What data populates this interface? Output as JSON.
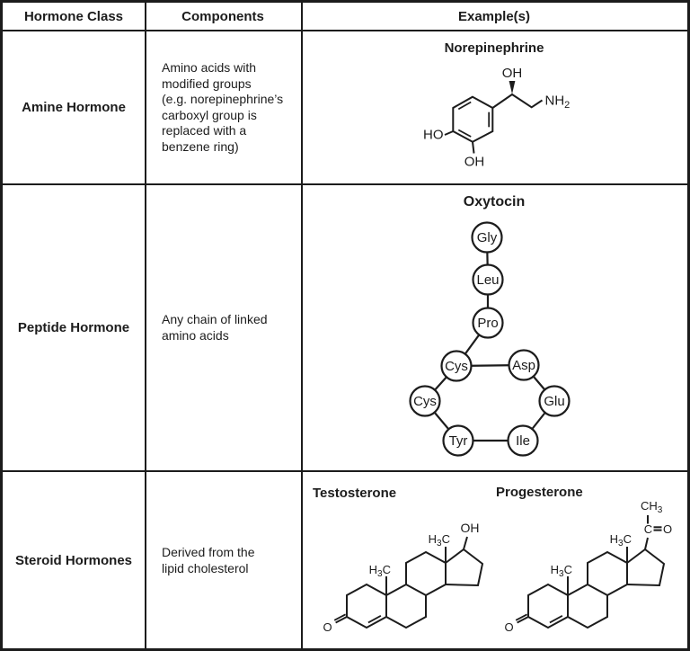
{
  "colors": {
    "ink": "#1c1c1c",
    "background": "#ffffff"
  },
  "header": {
    "hormone_class": "Hormone Class",
    "components": "Components",
    "examples": "Example(s)"
  },
  "rows": {
    "amine": {
      "class_label": "Amine Hormone",
      "components_lines": [
        "Amino acids with",
        "modified groups",
        "(e.g. norepinephrine’s",
        "carboxyl group is",
        "replaced with a",
        "benzene ring)"
      ],
      "example": {
        "title": "Norepinephrine",
        "atoms": {
          "oh_top": "OH",
          "amine_n": "NH",
          "amine_sub": "2",
          "ho_left": "HO",
          "oh_bottom": "OH"
        }
      }
    },
    "peptide": {
      "class_label": "Peptide Hormone",
      "components_lines": [
        "Any chain of linked",
        "amino acids"
      ],
      "example": {
        "title": "Oxytocin",
        "residues": [
          "Gly",
          "Leu",
          "Pro",
          "Cys",
          "Asp",
          "Cys",
          "Glu",
          "Tyr",
          "Ile"
        ]
      }
    },
    "steroid": {
      "class_label": "Steroid Hormones",
      "components_lines": [
        "Derived from the",
        "lipid cholesterol"
      ],
      "examples": {
        "testosterone": {
          "title": "Testosterone",
          "atoms": {
            "methyl_h": "H",
            "methyl_sub": "3",
            "methyl_c": "C",
            "oh": "OH",
            "ketone_o": "O"
          }
        },
        "progesterone": {
          "title": "Progesterone",
          "atoms": {
            "methyl_h": "H",
            "methyl_sub": "3",
            "methyl_c": "C",
            "acetyl_ch": "CH",
            "acetyl_sub": "3",
            "carbonyl_c": "C",
            "carbonyl_o": "O",
            "ketone_o": "O"
          }
        }
      }
    }
  }
}
